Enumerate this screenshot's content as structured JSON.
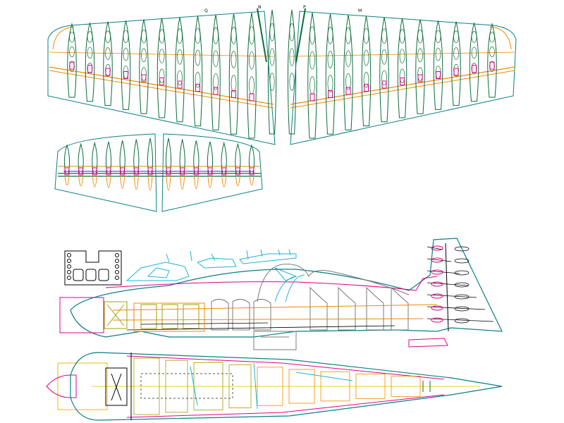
{
  "drawing": {
    "labels": {
      "station_left_tip": "Q",
      "station_left_root": "N",
      "station_right_root": "P",
      "station_right_tip": "M"
    },
    "palette": {
      "outline": "#0a7f86",
      "rib": "#0a6e3a",
      "spar": "#f08a00",
      "fastener": "#e0008a",
      "canopy": "#1fb3d6",
      "structure": "#7a7a7a",
      "former": "#a0a000",
      "frame": "#000000",
      "bay": "#2a2ae0"
    },
    "wing_rib_count_per_panel": 11,
    "tail_rib_count_per_panel": 7
  }
}
